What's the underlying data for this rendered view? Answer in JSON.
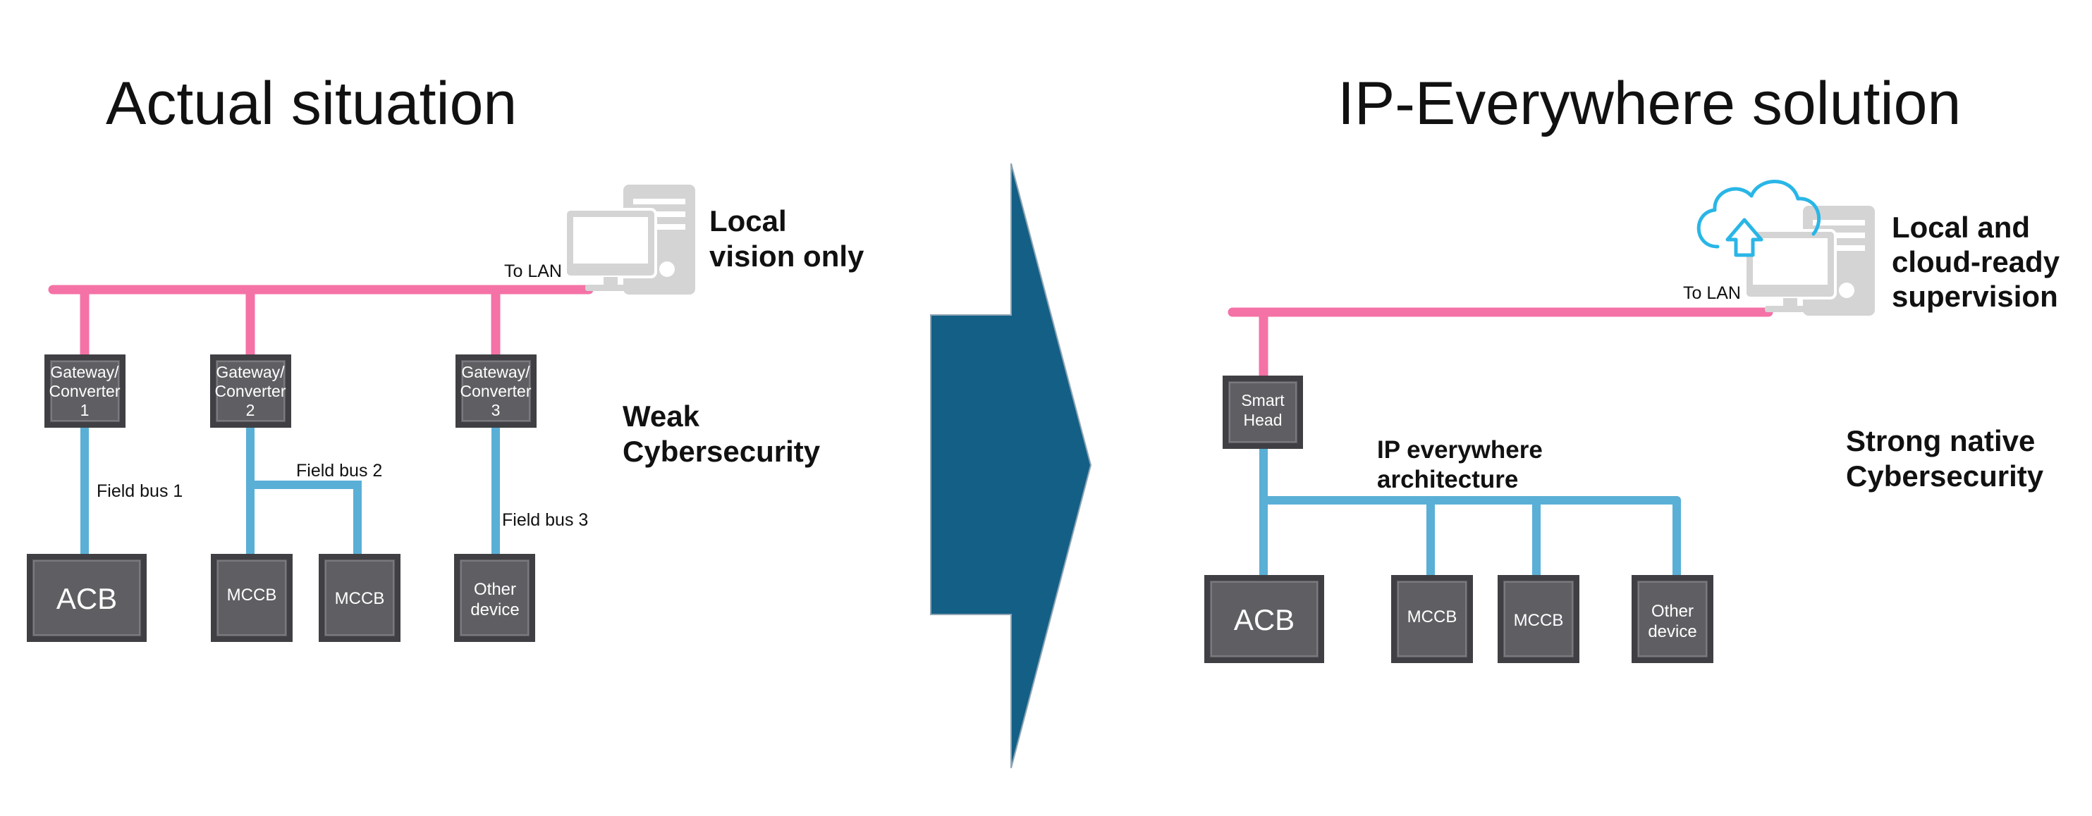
{
  "left": {
    "title": "Actual situation",
    "note_local": [
      "Local",
      "vision only"
    ],
    "note_security": [
      "Weak",
      "Cybersecurity"
    ],
    "to_lan": "To LAN",
    "gateways": [
      [
        "Gateway/",
        "Converter",
        "1"
      ],
      [
        "Gateway/",
        "Converter",
        "2"
      ],
      [
        "Gateway/",
        "Converter",
        "3"
      ]
    ],
    "fieldbus": [
      "Field bus 1",
      "Field bus 2",
      "Field bus 3"
    ],
    "devices": {
      "acb": "ACB",
      "mccb_a": "MCCB",
      "mccb_b": "MCCB",
      "other": [
        "Other",
        "device"
      ]
    }
  },
  "right": {
    "title": "IP-Everywhere solution",
    "note_supervision": [
      "Local and",
      "cloud-ready",
      "supervision"
    ],
    "note_security": [
      "Strong native",
      "Cybersecurity"
    ],
    "note_architecture": [
      "IP everywhere",
      "architecture"
    ],
    "to_lan": "To LAN",
    "smart_head": [
      "Smart",
      "Head"
    ],
    "devices": {
      "acb": "ACB",
      "mccb_a": "MCCB",
      "mccb_b": "MCCB",
      "other": [
        "Other",
        "device"
      ]
    }
  },
  "colors": {
    "lan_line": "#f472a6",
    "field_line": "#5aafd6",
    "device_box": "#5f5f63",
    "arrow": "#135f86",
    "computer": "#d4d4d4",
    "cloud": "#29b6e6"
  },
  "icons": [
    "computer-icon",
    "cloud-upload-icon",
    "arrow-right-icon"
  ]
}
